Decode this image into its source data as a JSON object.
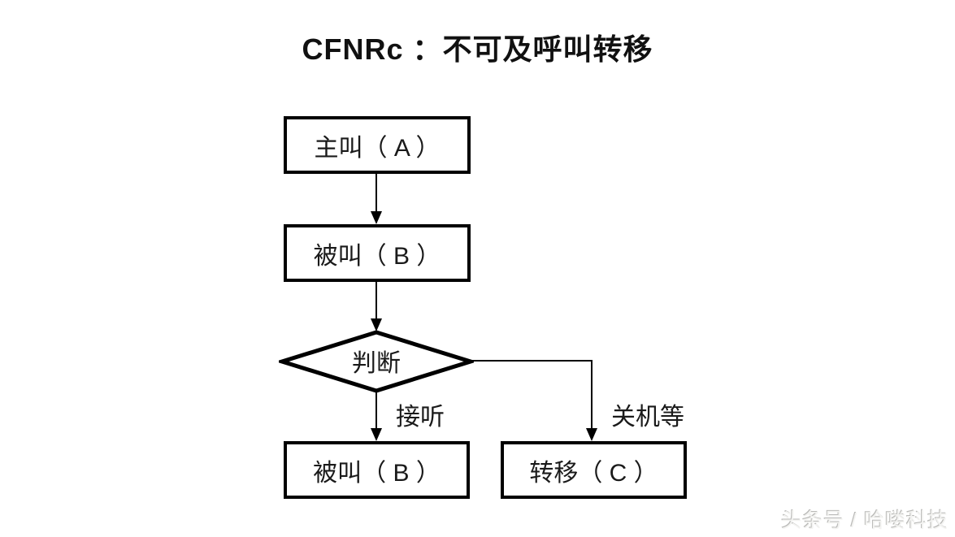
{
  "page": {
    "title": "CFNRc ：不可及呼叫转移",
    "background_color": "#ffffff",
    "line_color": "#000000",
    "text_color": "#1a1a1a"
  },
  "flowchart": {
    "nodes": {
      "caller": {
        "label": "主叫（ A ）",
        "shape": "rect"
      },
      "callee": {
        "label": "被叫（ B ）",
        "shape": "rect"
      },
      "decision": {
        "label": "判断",
        "shape": "diamond"
      },
      "callee_answer": {
        "label": "被叫（ B ）",
        "shape": "rect"
      },
      "forward": {
        "label": "转移（ C ）",
        "shape": "rect"
      }
    },
    "edges": {
      "answer_label": "接听",
      "unreachable_label": "关机等"
    }
  },
  "watermark": "头条号 / 哈喽科技"
}
